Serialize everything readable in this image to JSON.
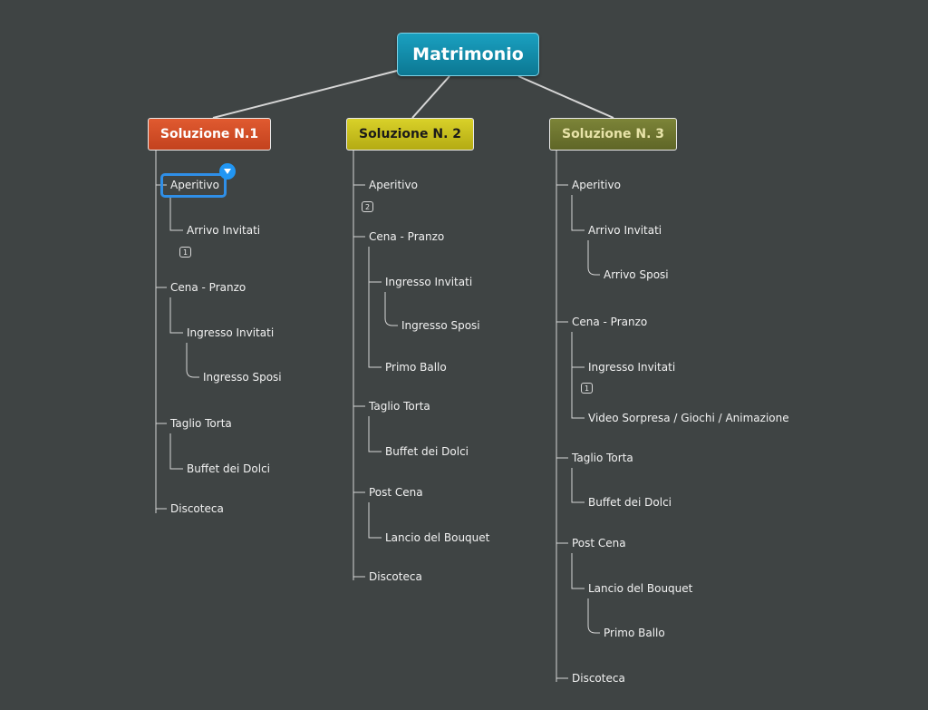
{
  "root": {
    "label": "Matrimonio"
  },
  "colors": {
    "background": "#3f4444",
    "root": "#1590ad",
    "solution1": "#d9532a",
    "solution2": "#c8c01e",
    "solution3": "#717833",
    "selection": "#2f8fe8"
  },
  "solutions": [
    {
      "label": "Soluzione N.1",
      "items": [
        {
          "label": "Aperitivo",
          "selected": true,
          "children": [
            {
              "label": "Arrivo Invitati",
              "badge": "1"
            }
          ]
        },
        {
          "label": "Cena - Pranzo",
          "children": [
            {
              "label": "Ingresso Invitati",
              "children": [
                {
                  "label": "Ingresso Sposi"
                }
              ]
            }
          ]
        },
        {
          "label": "Taglio Torta",
          "children": [
            {
              "label": "Buffet dei Dolci"
            }
          ]
        },
        {
          "label": "Discoteca"
        }
      ]
    },
    {
      "label": "Soluzione N. 2",
      "items": [
        {
          "label": "Aperitivo",
          "badge": "2"
        },
        {
          "label": "Cena - Pranzo",
          "children": [
            {
              "label": "Ingresso Invitati",
              "children": [
                {
                  "label": "Ingresso Sposi"
                }
              ]
            },
            {
              "label": "Primo Ballo"
            }
          ]
        },
        {
          "label": "Taglio Torta",
          "children": [
            {
              "label": "Buffet dei Dolci"
            }
          ]
        },
        {
          "label": "Post Cena",
          "children": [
            {
              "label": "Lancio del Bouquet"
            }
          ]
        },
        {
          "label": "Discoteca"
        }
      ]
    },
    {
      "label": "Soluzione N. 3",
      "items": [
        {
          "label": "Aperitivo",
          "children": [
            {
              "label": "Arrivo Invitati",
              "children": [
                {
                  "label": "Arrivo Sposi"
                }
              ]
            }
          ]
        },
        {
          "label": "Cena - Pranzo",
          "children": [
            {
              "label": "Ingresso Invitati",
              "badge": "1"
            },
            {
              "label": "Video Sorpresa / Giochi / Animazione"
            }
          ]
        },
        {
          "label": "Taglio Torta",
          "children": [
            {
              "label": "Buffet dei Dolci"
            }
          ]
        },
        {
          "label": "Post Cena",
          "children": [
            {
              "label": "Lancio del Bouquet",
              "children": [
                {
                  "label": "Primo Ballo"
                }
              ]
            }
          ]
        },
        {
          "label": "Discoteca"
        }
      ]
    }
  ]
}
